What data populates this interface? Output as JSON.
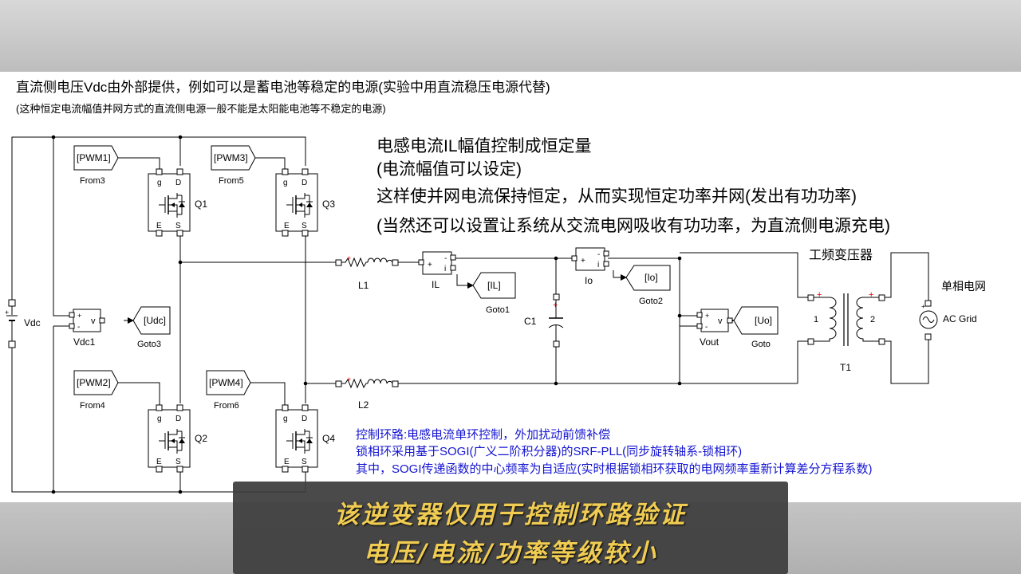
{
  "header": {
    "line1": "直流侧电压Vdc由外部提供，例如可以是蓄电池等稳定的电源(实验中用直流稳压电源代替)",
    "line2": "(这种恒定电流幅值并网方式的直流侧电源一般不能是太阳能电池等不稳定的电源)"
  },
  "annotation_main": [
    "电感电流IL幅值控制成恒定量",
    "(电流幅值可以设定)",
    "这样使并网电流保持恒定，从而实现恒定功率并网(发出有功功率)",
    "(当然还可以设置让系统从交流电网吸收有功功率，为直流侧电源充电)"
  ],
  "annotation_control": [
    "控制环路:电感电流单环控制，外加扰动前馈补偿",
    "锁相环采用基于SOGI(广义二阶积分器)的SRF-PLL(同步旋转轴系-锁相环)",
    "其中，SOGI传递函数的中心频率为自适应(实时根据锁相环获取的电网频率重新计算差分方程系数)"
  ],
  "caption": {
    "line1": "该逆变器仅用于控制环路验证",
    "line2": "电压/电流/功率等级较小"
  },
  "from_blocks": [
    {
      "tag": "[PWM1]",
      "name": "From3"
    },
    {
      "tag": "[PWM3]",
      "name": "From5"
    },
    {
      "tag": "[PWM2]",
      "name": "From4"
    },
    {
      "tag": "[PWM4]",
      "name": "From6"
    }
  ],
  "goto_blocks": [
    {
      "tag": "[Udc]",
      "name": "Goto3"
    },
    {
      "tag": "[IL]",
      "name": "Goto1"
    },
    {
      "tag": "[Io]",
      "name": "Goto2"
    },
    {
      "tag": "[Uo]",
      "name": "Goto"
    }
  ],
  "mosfets": [
    {
      "name": "Q1",
      "g": "g",
      "d": "D",
      "e": "E",
      "s": "S"
    },
    {
      "name": "Q3",
      "g": "g",
      "d": "D",
      "e": "E",
      "s": "S"
    },
    {
      "name": "Q2",
      "g": "g",
      "d": "D",
      "e": "E",
      "s": "S"
    },
    {
      "name": "Q4",
      "g": "g",
      "d": "D",
      "e": "E",
      "s": "S"
    }
  ],
  "components": {
    "vdc": "Vdc",
    "vdc1": "Vdc1",
    "l1": "L1",
    "l2": "L2",
    "il": "IL",
    "io": "Io",
    "c1": "C1",
    "vout": "Vout",
    "t1": "T1",
    "winding1": "1",
    "winding2": "2",
    "ac_grid": "AC Grid",
    "transformer_title": "工频变压器",
    "grid_title": "单相电网"
  },
  "signs": {
    "plus": "+",
    "minus": "-",
    "v": "v",
    "i": "i"
  },
  "colors": {
    "annotation_blue": "#1414d2",
    "caption_text": "#f0cc52",
    "polarity_red": "#e00000"
  }
}
